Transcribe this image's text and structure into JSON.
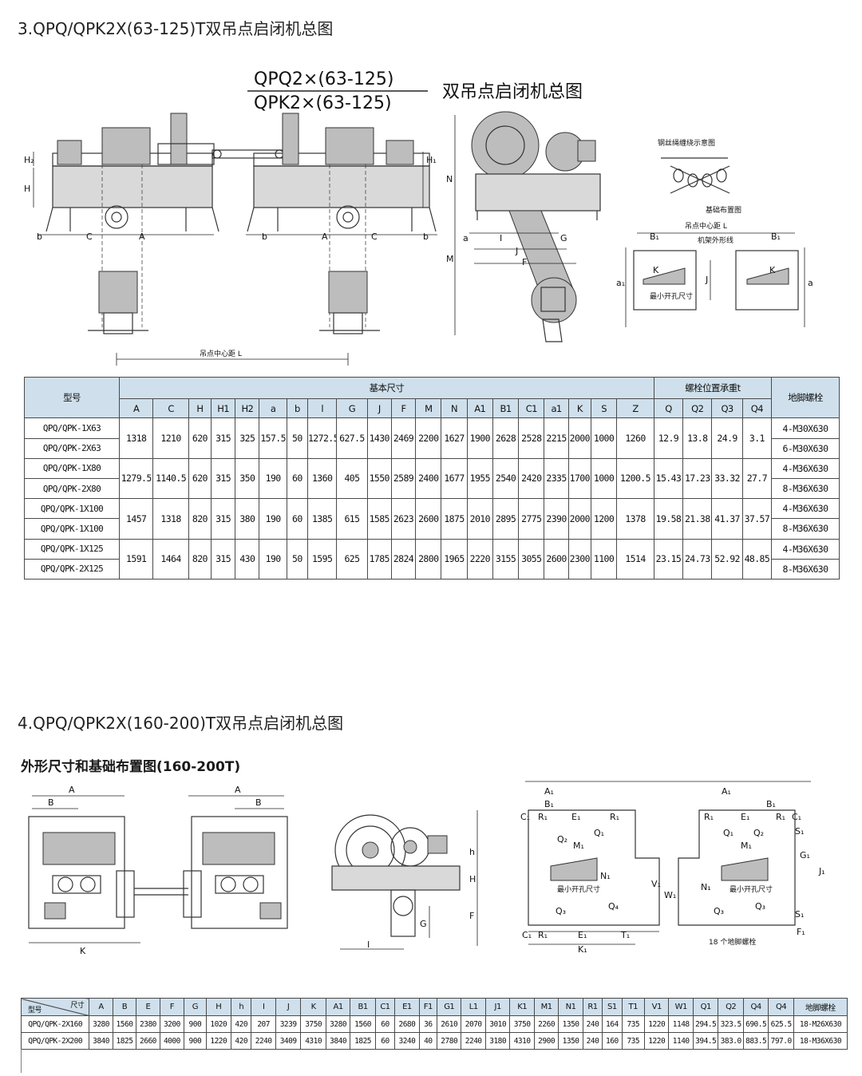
{
  "section1": {
    "title": "3.QPQ/QPK2X(63-125)T双吊点启闭机总图",
    "drawing_title_line1": "QPQ2×(63-125)",
    "drawing_title_line2": "QPK2×(63-125)",
    "drawing_title_suffix": "双吊点启闭机总图",
    "callouts": {
      "hoist_center": "吊点中心距 L",
      "rope_winding": "钢丝绳缠绕示意图",
      "foundation": "基础布置图",
      "hoist_center_plan": "吊点中心距 L",
      "frame_outline": "机架外形线",
      "min_hole": "最小开孔尺寸"
    },
    "table": {
      "model_header": "型号",
      "basic_dims_header": "基本尺寸",
      "bolt_load_header": "螺栓位置承重t",
      "anchor_header": "地脚螺栓",
      "columns": [
        "A",
        "C",
        "H",
        "H1",
        "H2",
        "a",
        "b",
        "l",
        "G",
        "J",
        "F",
        "M",
        "N",
        "A1",
        "B1",
        "C1",
        "a1",
        "K",
        "S",
        "Z"
      ],
      "load_columns": [
        "Q",
        "Q2",
        "Q3",
        "Q4"
      ],
      "groups": [
        {
          "models": [
            "QPQ/QPK-1X63",
            "QPQ/QPK-2X63"
          ],
          "values": [
            "1318",
            "1210",
            "620",
            "315",
            "325",
            "157.5",
            "50",
            "1272.5",
            "627.5",
            "1430",
            "2469",
            "2200",
            "1627",
            "1900",
            "2628",
            "2528",
            "2215",
            "2000",
            "1000",
            "1260"
          ],
          "loads": [
            "12.9",
            "13.8",
            "24.9",
            "3.1"
          ],
          "anchors": [
            "4-M30X630",
            "6-M30X630"
          ]
        },
        {
          "models": [
            "QPQ/QPK-1X80",
            "QPQ/QPK-2X80"
          ],
          "values": [
            "1279.5",
            "1140.5",
            "620",
            "315",
            "350",
            "190",
            "60",
            "1360",
            "405",
            "1550",
            "2589",
            "2400",
            "1677",
            "1955",
            "2540",
            "2420",
            "2335",
            "1700",
            "1000",
            "1200.5"
          ],
          "loads": [
            "15.43",
            "17.23",
            "33.32",
            "27.7"
          ],
          "anchors": [
            "4-M36X630",
            "8-M36X630"
          ]
        },
        {
          "models": [
            "QPQ/QPK-1X100",
            "QPQ/QPK-1X100"
          ],
          "values": [
            "1457",
            "1318",
            "820",
            "315",
            "380",
            "190",
            "60",
            "1385",
            "615",
            "1585",
            "2623",
            "2600",
            "1875",
            "2010",
            "2895",
            "2775",
            "2390",
            "2000",
            "1200",
            "1378"
          ],
          "loads": [
            "19.58",
            "21.38",
            "41.37",
            "37.57"
          ],
          "anchors": [
            "4-M36X630",
            "8-M36X630"
          ]
        },
        {
          "models": [
            "QPQ/QPK-1X125",
            "QPQ/QPK-2X125"
          ],
          "values": [
            "1591",
            "1464",
            "820",
            "315",
            "430",
            "190",
            "50",
            "1595",
            "625",
            "1785",
            "2824",
            "2800",
            "1965",
            "2220",
            "3155",
            "3055",
            "2600",
            "2300",
            "1100",
            "1514"
          ],
          "loads": [
            "23.15",
            "24.73",
            "52.92",
            "48.85"
          ],
          "anchors": [
            "4-M36X630",
            "8-M36X630"
          ]
        }
      ]
    }
  },
  "section2": {
    "title": "4.QPQ/QPK2X(160-200)T双吊点启闭机总图",
    "subtitle": "外形尺寸和基础布置图(160-200T)",
    "callouts": {
      "min_hole_a": "最小开孔尺寸",
      "min_hole_b": "最小开孔尺寸",
      "anchor_bolts": "18 个地脚螺栓"
    },
    "table": {
      "corner_top": "尺寸",
      "corner_bottom": "型号",
      "columns": [
        "A",
        "B",
        "E",
        "F",
        "G",
        "H",
        "h",
        "I",
        "J",
        "K",
        "A1",
        "B1",
        "C1",
        "E1",
        "F1",
        "G1",
        "L1",
        "J1",
        "K1",
        "M1",
        "N1",
        "R1",
        "S1",
        "T1",
        "V1",
        "W1",
        "Q1",
        "Q2",
        "Q4",
        "Q4",
        "地脚螺栓"
      ],
      "rows": [
        {
          "model": "QPQ/QPK-2X160",
          "values": [
            "3280",
            "1560",
            "2380",
            "3200",
            "900",
            "1020",
            "420",
            "207",
            "3239",
            "3750",
            "3280",
            "1560",
            "60",
            "2680",
            "36",
            "2610",
            "2070",
            "3010",
            "3750",
            "2260",
            "1350",
            "240",
            "164",
            "735",
            "1220",
            "1148",
            "294.5",
            "323.5",
            "690.5",
            "625.5",
            "18-M26X630"
          ]
        },
        {
          "model": "QPQ/QPK-2X200",
          "values": [
            "3840",
            "1825",
            "2660",
            "4000",
            "900",
            "1220",
            "420",
            "2240",
            "3409",
            "4310",
            "3840",
            "1825",
            "60",
            "3240",
            "40",
            "2780",
            "2240",
            "3180",
            "4310",
            "2900",
            "1350",
            "240",
            "160",
            "735",
            "1220",
            "1140",
            "394.5",
            "383.0",
            "883.5",
            "797.0",
            "18-M36X630"
          ]
        }
      ]
    }
  }
}
